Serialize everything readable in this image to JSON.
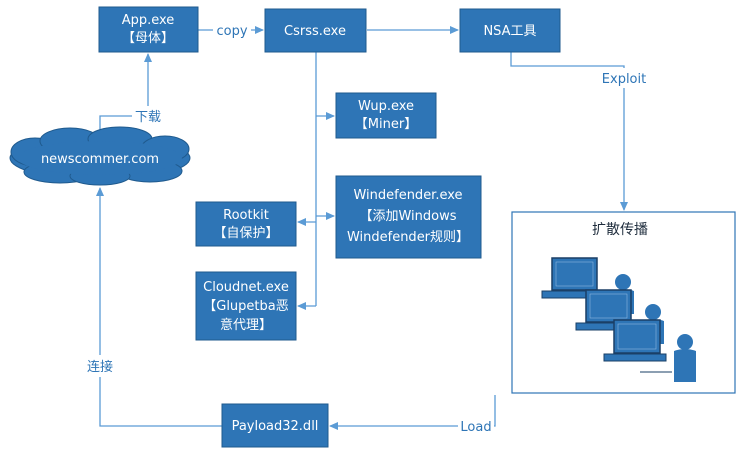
{
  "colors": {
    "box": "#2e75b6",
    "box_border": "#1f5a8e",
    "line": "#5b9bd5",
    "label": "#2e75b6"
  },
  "nodes": {
    "app": [
      "App.exe",
      "【母体】"
    ],
    "csrss": [
      "Csrss.exe"
    ],
    "nsa": [
      "NSA工具"
    ],
    "wup": [
      "Wup.exe",
      "【Miner】"
    ],
    "windefender": [
      "Windefender.exe",
      "【添加Windows",
      "Windefender规则】"
    ],
    "rootkit": [
      "Rootkit",
      "【自保护】"
    ],
    "cloudnet": [
      "Cloudnet.exe",
      "【Glupetba恶",
      "意代理】"
    ],
    "payload": [
      "Payload32.dll"
    ],
    "cloud": [
      "newscommer.com"
    ]
  },
  "edge_labels": {
    "copy": "copy",
    "download": "下载",
    "exploit": "Exploit",
    "load": "Load",
    "connect": "连接"
  },
  "spread_panel": {
    "title": "扩散传播"
  }
}
